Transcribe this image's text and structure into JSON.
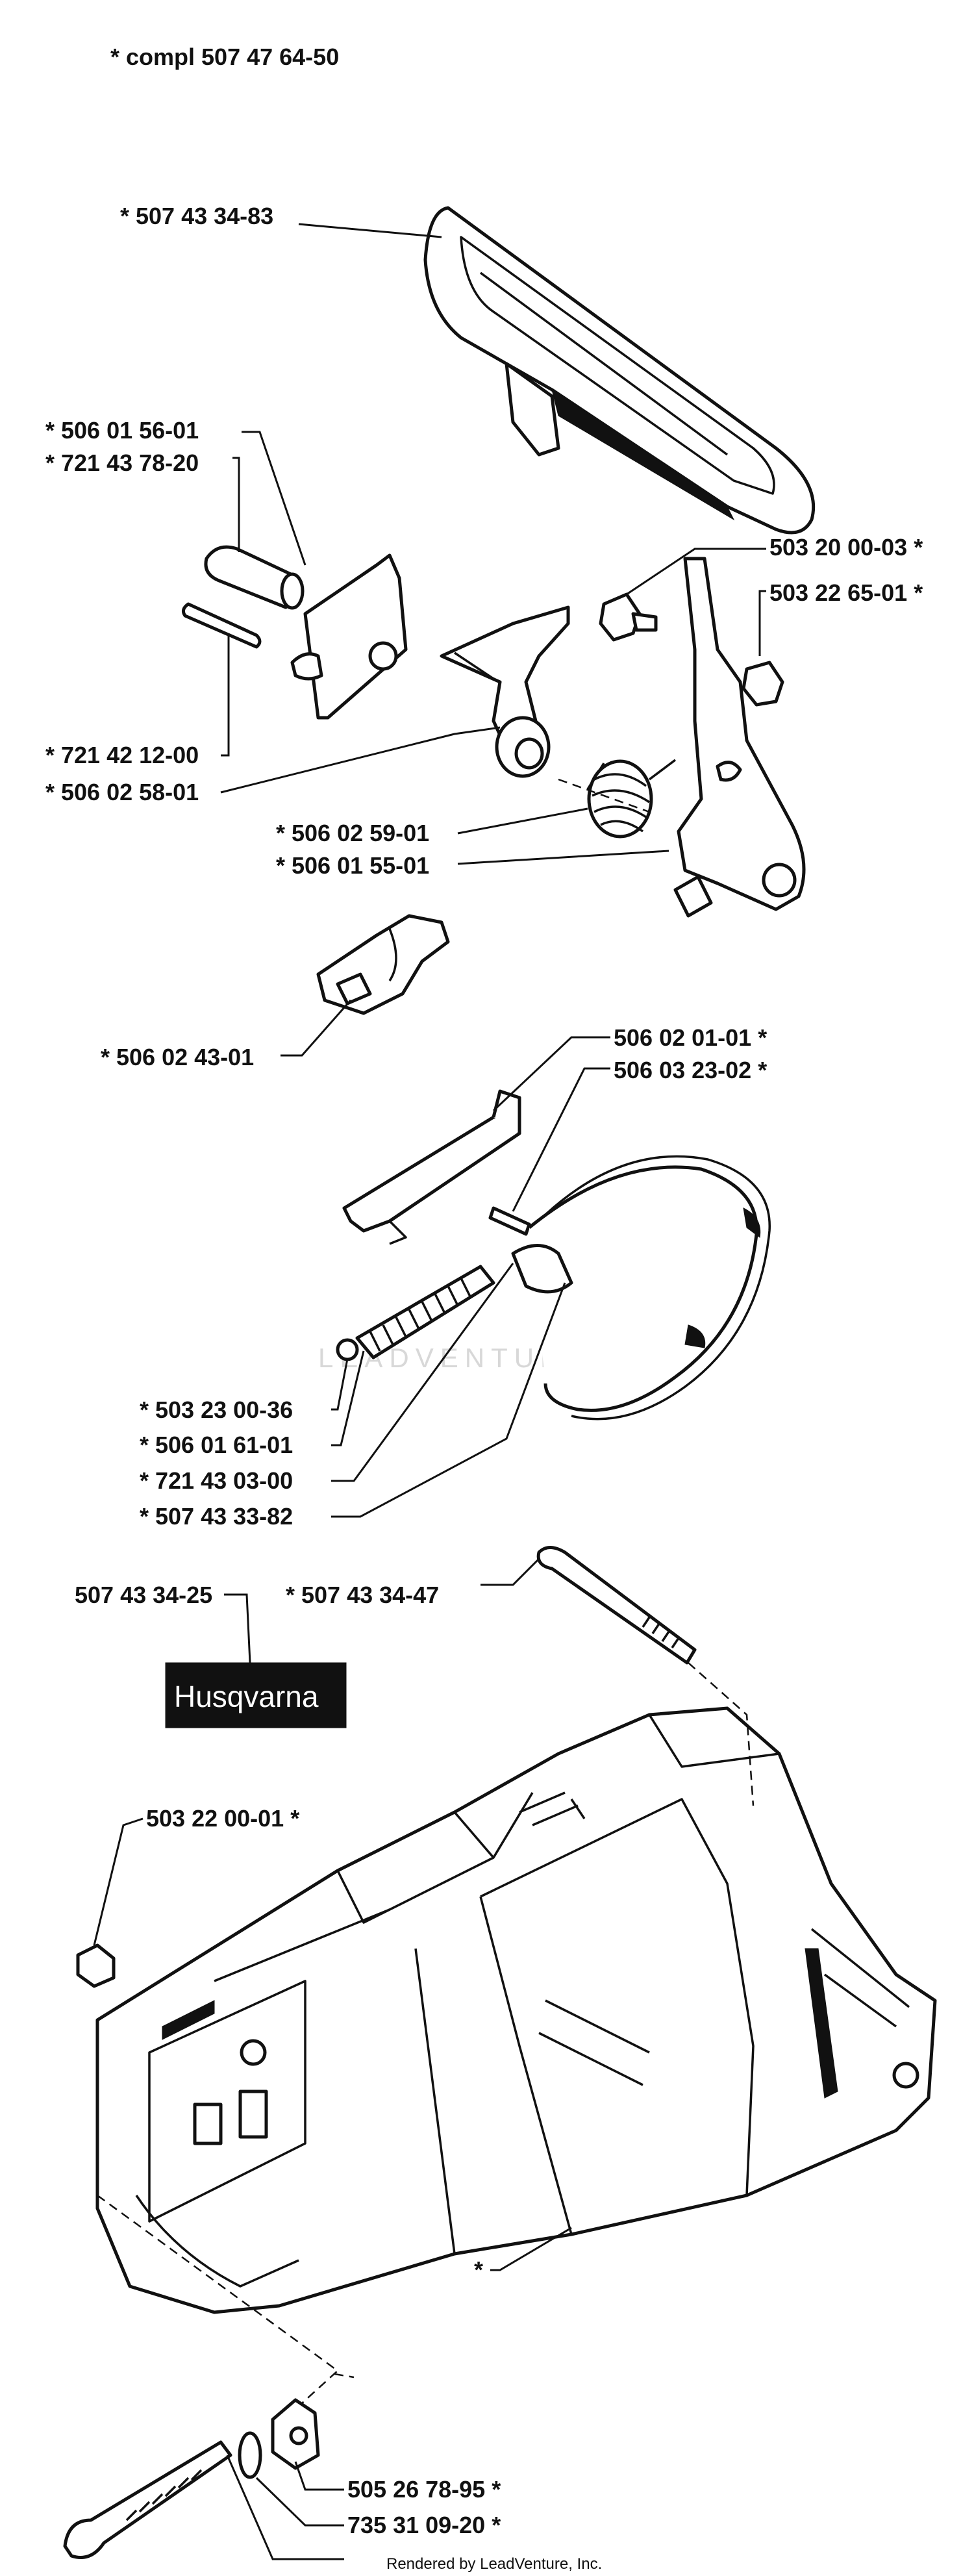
{
  "header": {
    "title": "*  compl 507 47 64-50"
  },
  "labels": {
    "p1": "*  507 43 34-83",
    "p2": "*  506 01 56-01",
    "p3": "*  721 43 78-20",
    "p4": "503 20 00-03  *",
    "p5": "503 22 65-01  *",
    "p6": "*  721 42 12-00",
    "p7": "*  506 02 58-01",
    "p8": "*  506 02 59-01",
    "p9": "*  506 01 55-01",
    "p10": "*  506 02 43-01",
    "p11": "506 02 01-01  *",
    "p12": "506 03 23-02  *",
    "p13": "*  503 23 00-36",
    "p14": "*  506 01 61-01",
    "p15": "*  721 43 03-00",
    "p16": "*  507 43 33-82",
    "p17": "507 43 34-25",
    "p18": "*  507 43 34-47",
    "p19": "503 22 00-01  *",
    "p20": "*",
    "p21": "505 26 78-95  *",
    "p22": "735 31 09-20  *"
  },
  "logo": {
    "text": "Husqvarna"
  },
  "watermark": {
    "text": "LEADVENTURE"
  },
  "footer": {
    "text": "Rendered by LeadVenture, Inc."
  }
}
